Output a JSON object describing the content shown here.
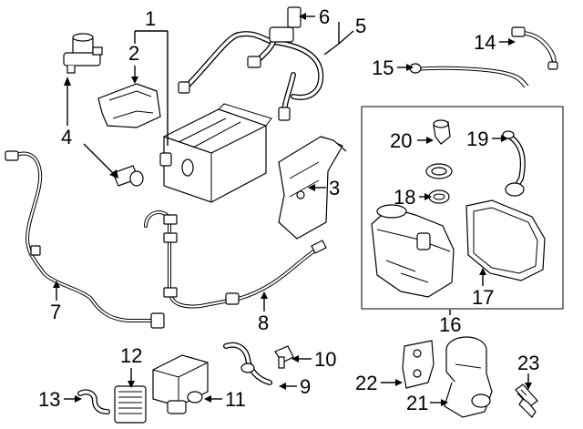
{
  "diagram": {
    "callouts": [
      {
        "id": "1",
        "text": "1"
      },
      {
        "id": "2",
        "text": "2"
      },
      {
        "id": "3",
        "text": "3"
      },
      {
        "id": "4",
        "text": "4"
      },
      {
        "id": "5",
        "text": "5"
      },
      {
        "id": "6",
        "text": "6"
      },
      {
        "id": "7",
        "text": "7"
      },
      {
        "id": "8",
        "text": "8"
      },
      {
        "id": "9",
        "text": "9"
      },
      {
        "id": "10",
        "text": "10"
      },
      {
        "id": "11",
        "text": "11"
      },
      {
        "id": "12",
        "text": "12"
      },
      {
        "id": "13",
        "text": "13"
      },
      {
        "id": "14",
        "text": "14"
      },
      {
        "id": "15",
        "text": "15"
      },
      {
        "id": "16",
        "text": "16"
      },
      {
        "id": "17",
        "text": "17"
      },
      {
        "id": "18",
        "text": "18"
      },
      {
        "id": "19",
        "text": "19"
      },
      {
        "id": "20",
        "text": "20"
      },
      {
        "id": "21",
        "text": "21"
      },
      {
        "id": "22",
        "text": "22"
      },
      {
        "id": "23",
        "text": "23"
      }
    ]
  }
}
